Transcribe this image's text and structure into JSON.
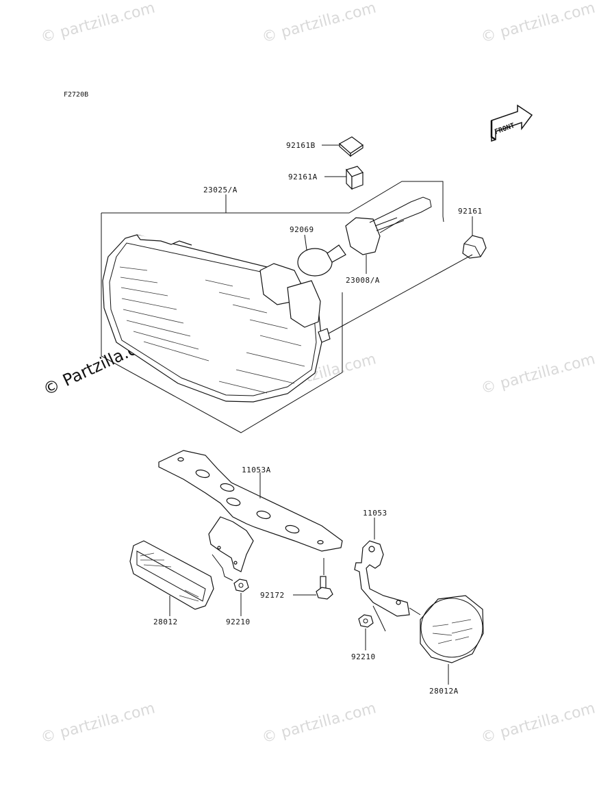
{
  "figure_code": "F2720B",
  "front_label": "FRONT",
  "watermark": {
    "text": "© Partzilla.com",
    "small_text": "© partzilla.com"
  },
  "parts": {
    "p92161B": "92161B",
    "p92161A": "92161A",
    "p23025A": "23025/A",
    "p92161": "92161",
    "p92069": "92069",
    "p23008A": "23008/A",
    "p11053A": "11053A",
    "p11053": "11053",
    "p92172": "92172",
    "p28012": "28012",
    "p92210_left": "92210",
    "p92210_right": "92210",
    "p28012A": "28012A"
  },
  "icons": {
    "front_arrow": "front-arrow-icon"
  }
}
